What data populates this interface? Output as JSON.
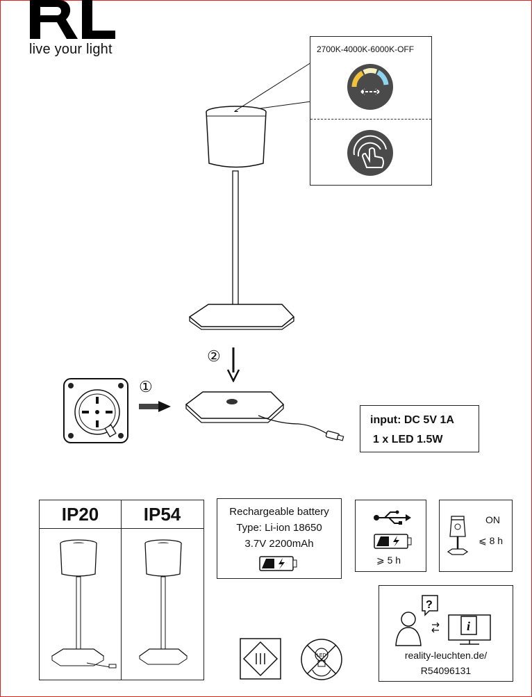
{
  "brand": {
    "logo": "RL",
    "tagline": "live your light"
  },
  "color_temp": {
    "label": "2700K-4000K-6000K-OFF"
  },
  "steps": {
    "step1": "①",
    "step2": "②"
  },
  "specs": {
    "input": "input: DC 5V 1A",
    "led": "1 x LED 1.5W"
  },
  "ip": {
    "ip20": "IP20",
    "ip54": "IP54"
  },
  "battery": {
    "title": "Rechargeable battery",
    "type": "Type: Li-ion 18650",
    "capacity": "3.7V 2200mAh"
  },
  "charging": {
    "time": "⩾ 5 h"
  },
  "runtime": {
    "state": "ON",
    "time": "⩽ 8 h"
  },
  "info": {
    "url": "reality-leuchten.de/",
    "code": "R54096131"
  },
  "icons": [
    "usb-icon",
    "battery-icon",
    "lamp-icon",
    "question-icon",
    "info-icon",
    "user-icon",
    "class-iii-icon",
    "no-led-replace-icon",
    "touch-icon",
    "color-temp-icon",
    "arrow-icon"
  ]
}
